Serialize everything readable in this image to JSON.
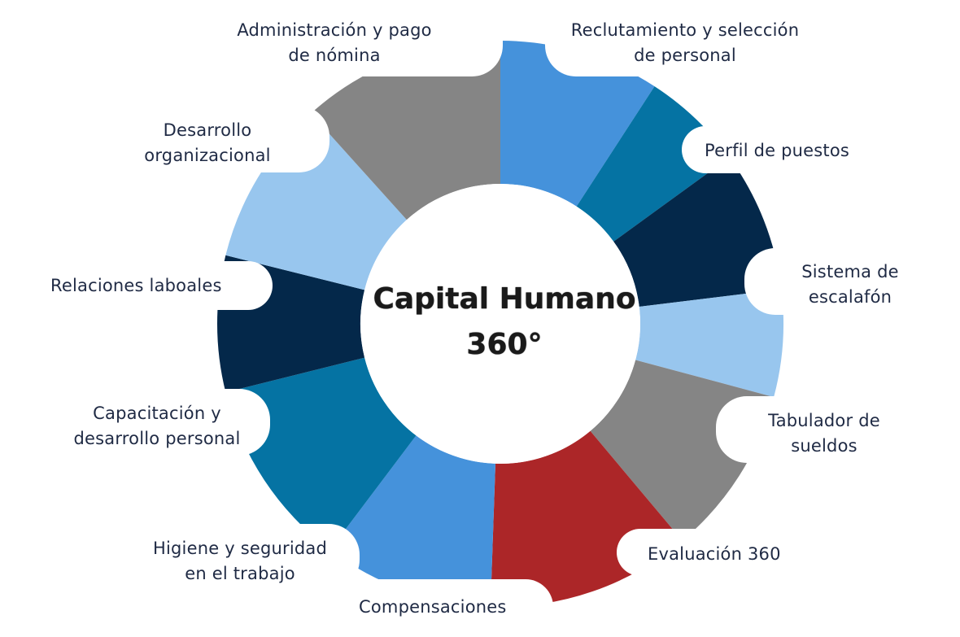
{
  "center": {
    "line1": "Capital Humano",
    "line2": "360°"
  },
  "colors": {
    "dark_navy": "#04284a",
    "teal": "#0573a3",
    "medium_blue": "#4592db",
    "light_blue": "#98c6ee",
    "gray": "#858585",
    "red": "#ac2628",
    "text": "#1f2a44"
  },
  "segments": [
    {
      "id": "reclutamiento",
      "lines": [
        "Reclutamiento y selección",
        "de personal"
      ],
      "color": "#4592db"
    },
    {
      "id": "perfil",
      "lines": [
        "Perfil de puestos"
      ],
      "color": "#0573a3"
    },
    {
      "id": "escalafon",
      "lines": [
        "Sistema de",
        "escalafón"
      ],
      "color": "#04284a"
    },
    {
      "id": "tabulador",
      "lines": [
        "Tabulador de",
        "sueldos"
      ],
      "color": "#98c6ee"
    },
    {
      "id": "evaluacion",
      "lines": [
        "Evaluación 360"
      ],
      "color": "#858585"
    },
    {
      "id": "compensaciones",
      "lines": [
        "Compensaciones"
      ],
      "color": "#ac2628"
    },
    {
      "id": "higiene",
      "lines": [
        "Higiene y seguridad",
        "en el trabajo"
      ],
      "color": "#4592db"
    },
    {
      "id": "capacitacion",
      "lines": [
        "Capacitación y",
        "desarrollo personal"
      ],
      "color": "#0573a3"
    },
    {
      "id": "relaciones",
      "lines": [
        "Relaciones laboales"
      ],
      "color": "#04284a"
    },
    {
      "id": "desarrollo",
      "lines": [
        "Desarrollo",
        "organizacional"
      ],
      "color": "#98c6ee"
    },
    {
      "id": "administracion",
      "lines": [
        "Administración y pago",
        "de nómina"
      ],
      "color": "#858585"
    }
  ]
}
